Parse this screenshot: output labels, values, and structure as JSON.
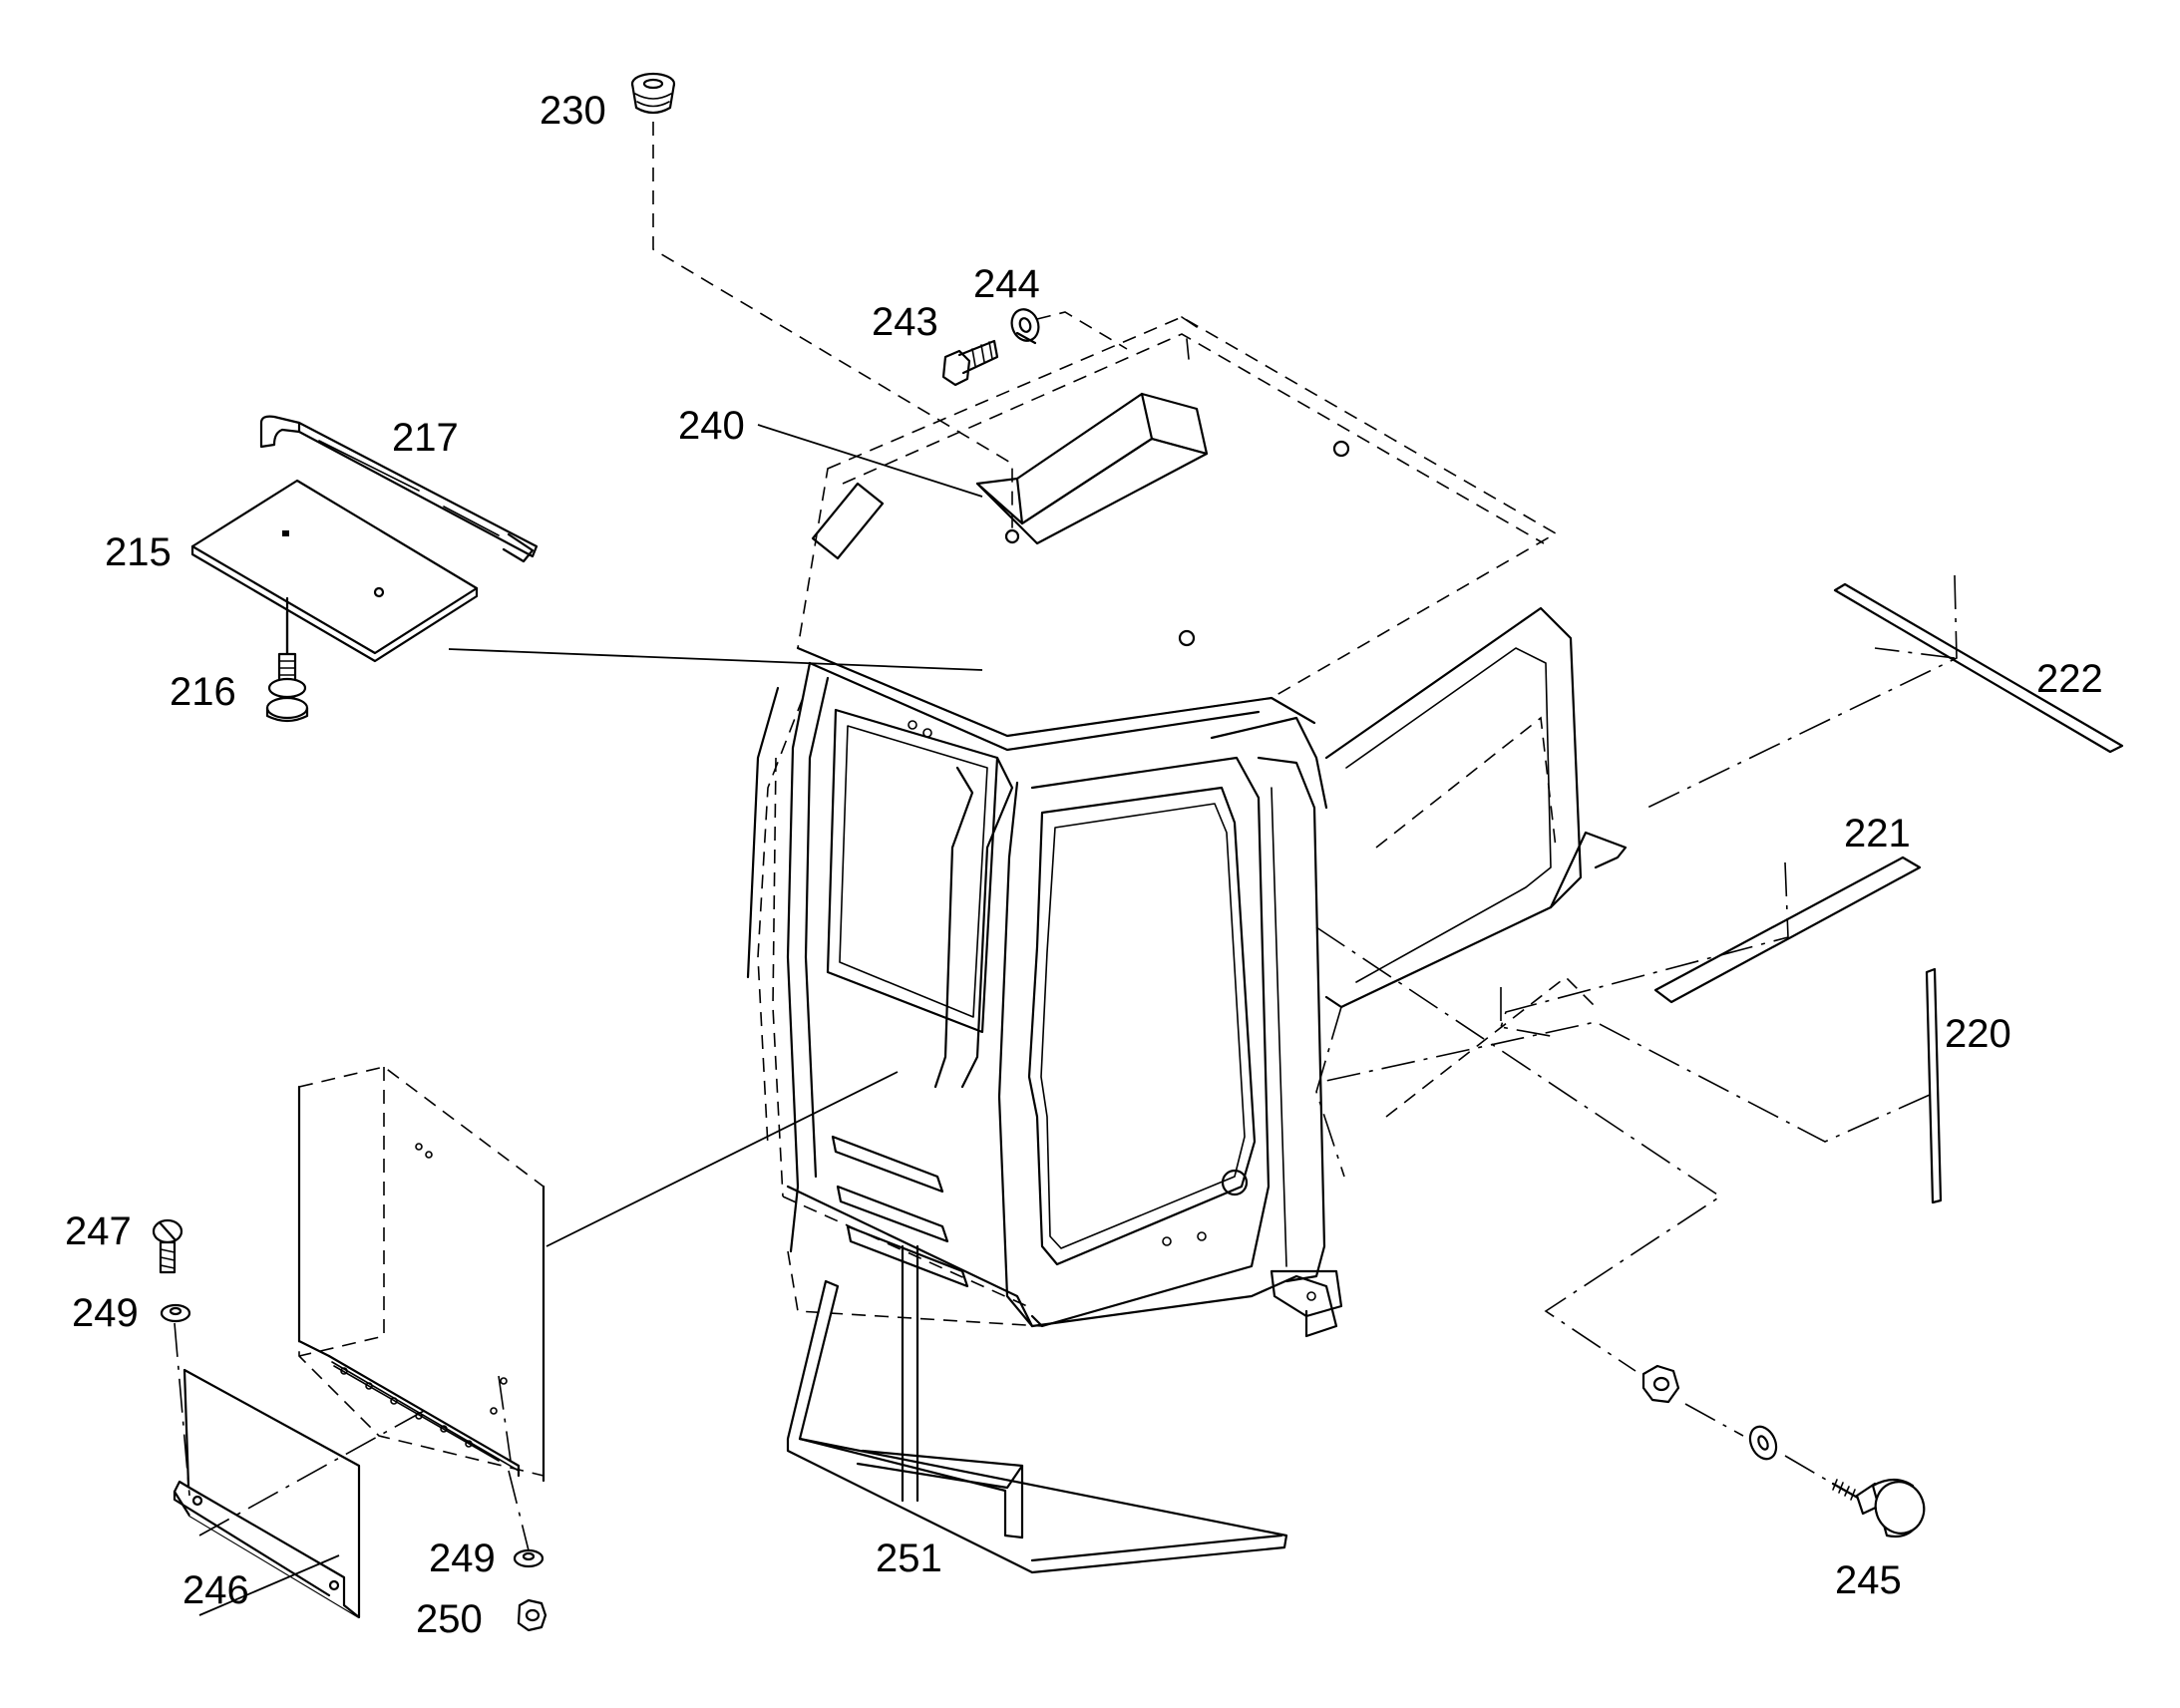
{
  "diagram": {
    "callouts": [
      {
        "id": "c230",
        "text": "230"
      },
      {
        "id": "c244",
        "text": "244"
      },
      {
        "id": "c243",
        "text": "243"
      },
      {
        "id": "c240",
        "text": "240"
      },
      {
        "id": "c217",
        "text": "217"
      },
      {
        "id": "c215",
        "text": "215"
      },
      {
        "id": "c216",
        "text": "216"
      },
      {
        "id": "c222",
        "text": "222"
      },
      {
        "id": "c221",
        "text": "221"
      },
      {
        "id": "c220",
        "text": "220"
      },
      {
        "id": "c247",
        "text": "247"
      },
      {
        "id": "c249a",
        "text": "249"
      },
      {
        "id": "c246",
        "text": "246"
      },
      {
        "id": "c249b",
        "text": "249"
      },
      {
        "id": "c250",
        "text": "250"
      },
      {
        "id": "c251",
        "text": "251"
      },
      {
        "id": "c245",
        "text": "245"
      }
    ]
  }
}
